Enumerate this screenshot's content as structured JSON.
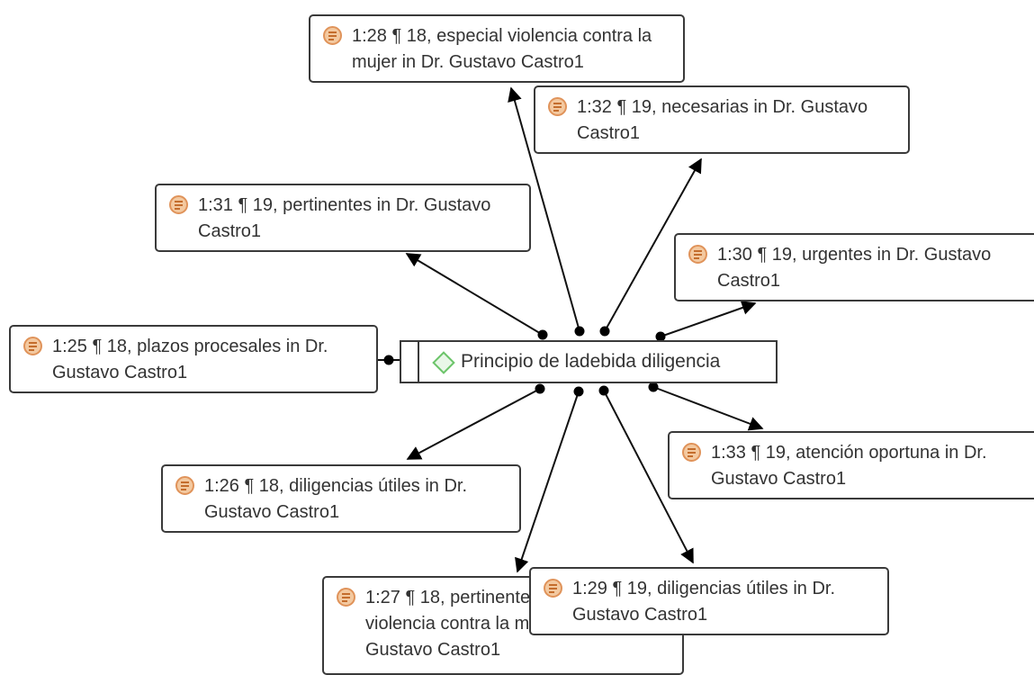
{
  "code": {
    "label": "Principio de ladebida diligencia",
    "icon": "diamond-code-icon",
    "icon_color": "#6cc46a"
  },
  "quotations": [
    {
      "id": "q-1-28",
      "text": "1:28 ¶ 18, especial violencia contra la mujer in Dr. Gustavo Castro1",
      "icon": "quotation-icon"
    },
    {
      "id": "q-1-32",
      "text": "1:32 ¶ 19, necesarias in Dr. Gustavo Castro1",
      "icon": "quotation-icon"
    },
    {
      "id": "q-1-31",
      "text": "1:31 ¶ 19, pertinentes in Dr. Gustavo Castro1",
      "icon": "quotation-icon"
    },
    {
      "id": "q-1-30",
      "text": "1:30 ¶ 19, urgentes in Dr. Gustavo Castro1",
      "icon": "quotation-icon"
    },
    {
      "id": "q-1-25",
      "text": "1:25 ¶ 18, plazos procesales in Dr. Gustavo Castro1",
      "icon": "quotation-icon"
    },
    {
      "id": "q-1-33",
      "text": "1:33 ¶ 19, atención oportuna in Dr. Gustavo Castro1",
      "icon": "quotation-icon"
    },
    {
      "id": "q-1-26",
      "text": "1:26 ¶ 18, diligencias útiles in Dr. Gustavo Castro1",
      "icon": "quotation-icon"
    },
    {
      "id": "q-1-27",
      "text": "1:27 ¶ 18, pertinentes en casos de violencia contra la mujer in Dr. Gustavo Castro1",
      "icon": "quotation-icon"
    },
    {
      "id": "q-1-29",
      "text": "1:29 ¶ 19, diligencias útiles in Dr. Gustavo Castro1",
      "icon": "quotation-icon"
    }
  ],
  "colors": {
    "quotation_icon_fill": "#f3c9a0",
    "quotation_icon_stroke": "#e0935a",
    "border": "#3a3a3a",
    "text": "#333333"
  }
}
